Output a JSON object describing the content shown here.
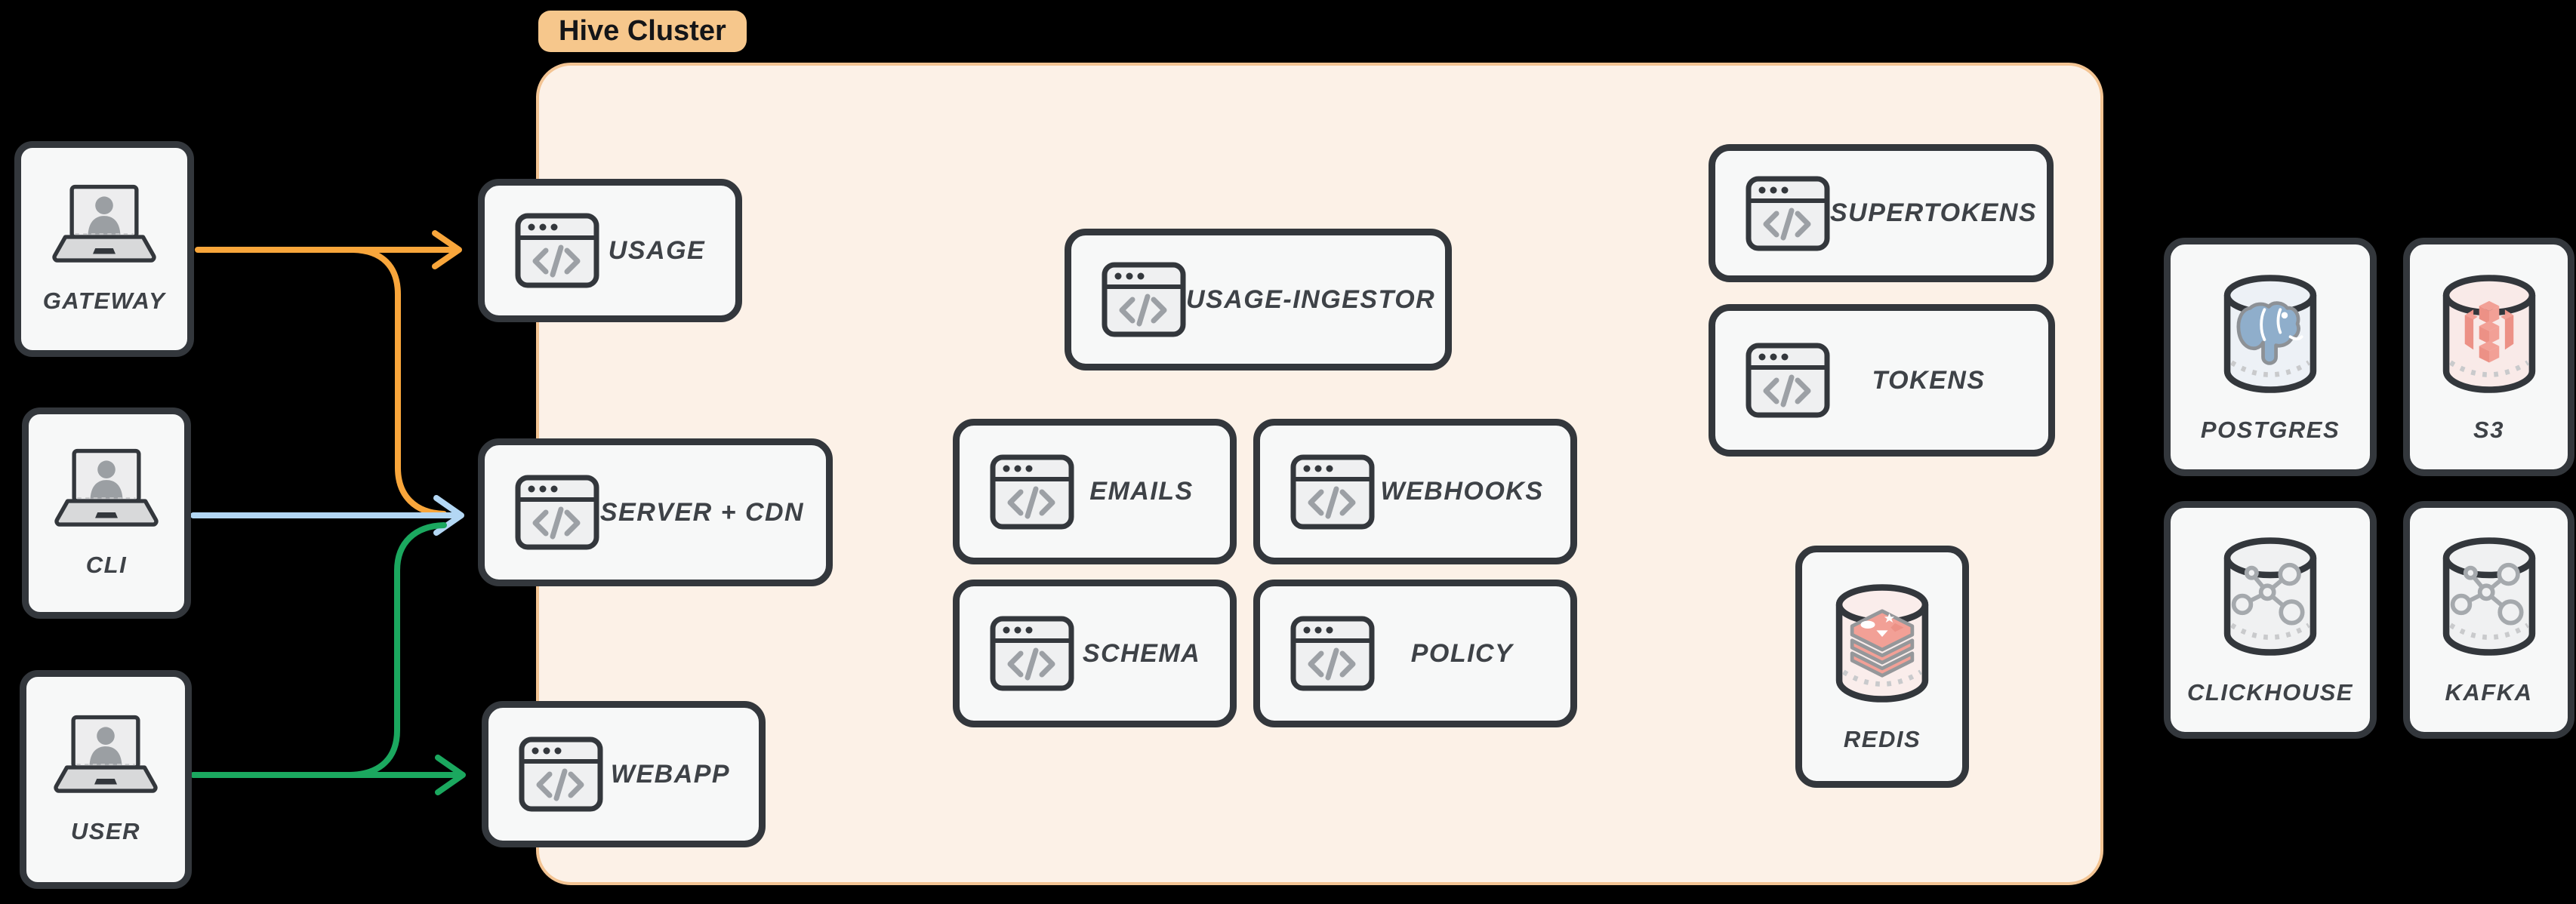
{
  "title": "Hive Cluster architecture diagram",
  "cluster": {
    "label": "Hive Cluster",
    "services": [
      {
        "id": "usage",
        "label": "USAGE",
        "icon": "browser-code-icon"
      },
      {
        "id": "server-cdn",
        "label": "SERVER + CDN",
        "icon": "browser-code-icon"
      },
      {
        "id": "webapp",
        "label": "WEBAPP",
        "icon": "browser-code-icon"
      },
      {
        "id": "usage-ingestor",
        "label": "USAGE-INGESTOR",
        "icon": "browser-code-icon"
      },
      {
        "id": "emails",
        "label": "EMAILS",
        "icon": "browser-code-icon"
      },
      {
        "id": "webhooks",
        "label": "WEBHOOKS",
        "icon": "browser-code-icon"
      },
      {
        "id": "schema",
        "label": "SCHEMA",
        "icon": "browser-code-icon"
      },
      {
        "id": "policy",
        "label": "POLICY",
        "icon": "browser-code-icon"
      },
      {
        "id": "supertokens",
        "label": "SUPERTOKENS",
        "icon": "browser-code-icon"
      },
      {
        "id": "tokens",
        "label": "TOKENS",
        "icon": "browser-code-icon"
      },
      {
        "id": "redis",
        "label": "REDIS",
        "icon": "database-redis-icon"
      }
    ]
  },
  "actors": [
    {
      "id": "gateway",
      "label": "GATEWAY",
      "icon": "laptop-user-icon"
    },
    {
      "id": "cli",
      "label": "CLI",
      "icon": "laptop-user-icon"
    },
    {
      "id": "user",
      "label": "USER",
      "icon": "laptop-user-icon"
    }
  ],
  "external": [
    {
      "id": "postgres",
      "label": "POSTGRES",
      "icon": "database-postgres-icon"
    },
    {
      "id": "s3",
      "label": "S3",
      "icon": "database-s3-icon"
    },
    {
      "id": "clickhouse",
      "label": "CLICKHOUSE",
      "icon": "database-nodes-icon"
    },
    {
      "id": "kafka",
      "label": "KAFKA",
      "icon": "database-nodes-icon"
    }
  ],
  "arrows": [
    {
      "from": "GATEWAY",
      "to": "USAGE",
      "color_name": "orange"
    },
    {
      "from": "GATEWAY",
      "to": "SERVER + CDN",
      "color_name": "orange"
    },
    {
      "from": "CLI",
      "to": "SERVER + CDN",
      "color_name": "blue"
    },
    {
      "from": "USER",
      "to": "SERVER + CDN",
      "color_name": "green"
    },
    {
      "from": "USER",
      "to": "WEBAPP",
      "color_name": "green"
    }
  ],
  "colors": {
    "ink": "#33373C",
    "text": "#3E4247",
    "node-bg": "#F7F8F8",
    "icon-bg": "#EFF0F1",
    "icon-glyph": "#9CA0A5",
    "cluster-bg": "#FCF1E7",
    "cluster-border": "#F3C493",
    "pill-bg": "#F6C78C",
    "pill-text": "#141518",
    "arrow-orange": "#F9A63B",
    "arrow-blue": "#B3D7F4",
    "arrow-green": "#1BA85F",
    "laptop-base": "#D8D9DA",
    "screen-bg": "#EDEDEE",
    "person": "#9B9FA3",
    "dash": "#C9CACC",
    "redis-a": "#F2A096",
    "redis-b": "#EC9186",
    "redis-outline": "#95979A",
    "pg-blue": "#8FAECB",
    "pg-outline": "#8D9196",
    "cyl-redis-bg": "#FAEDEB",
    "cyl-pg-bg": "#EDF1F6",
    "cyl-s3-bg": "#F9EAE8",
    "cyl-gray-bg": "#F0F1F2",
    "node-glyph": "#A5A9AD",
    "white": "#FFFFFF"
  }
}
